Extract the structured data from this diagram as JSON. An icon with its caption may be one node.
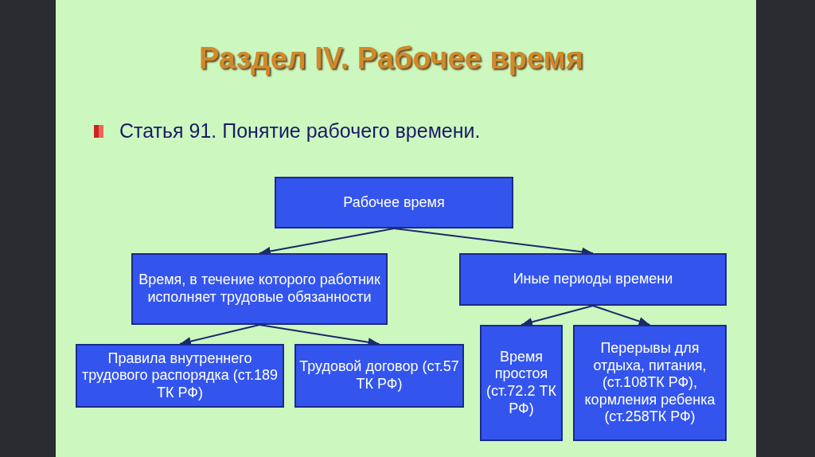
{
  "diagram": {
    "title": "Раздел IV. Рабочее время",
    "nodes": [
      {
        "text": [
          "Рабочее время"
        ]
      },
      {
        "text": [
          "Время, в течение которого работник исполняет трудовые обязанности"
        ]
      },
      {
        "text": [
          "Иные периоды времени"
        ]
      },
      {
        "text": [
          "Правила внутреннего трудового распорядка (ст.189 ТК РФ)"
        ]
      },
      {
        "text": [
          "Трудовой договор (ст.57 ТК РФ)"
        ]
      },
      {
        "text": [
          "Время простоя (ст.72.2 ТК РФ)"
        ]
      },
      {
        "text": [
          "Перерывы для отдыха, питания, (ст.108ТК РФ), кормления ребенка (ст.258ТК РФ)"
        ]
      }
    ],
    "edges": [
      {
        "from": 0,
        "to": 1,
        "arrow": "to"
      },
      {
        "from": 0,
        "to": 2,
        "arrow": "to"
      },
      {
        "from": 1,
        "to": 3,
        "arrow": "to"
      },
      {
        "from": 1,
        "to": 4,
        "arrow": "to"
      },
      {
        "from": 2,
        "to": 5,
        "arrow": "to"
      },
      {
        "from": 2,
        "to": 6,
        "arrow": "to"
      }
    ],
    "labels": [
      "Статья 91. Понятие рабочего времени."
    ]
  }
}
